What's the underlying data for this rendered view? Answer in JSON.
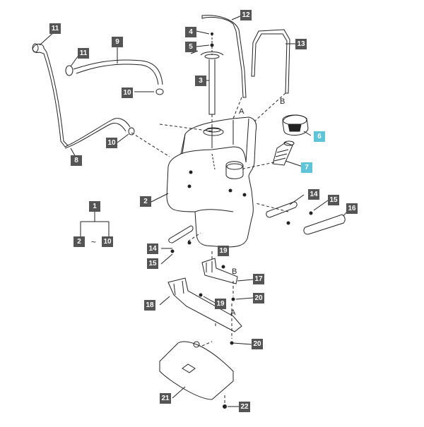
{
  "colors": {
    "callout_bg": "#555555",
    "callout_highlight_bg": "#5fc3d9",
    "callout_text": "#ffffff",
    "line": "#222222"
  },
  "callouts": [
    {
      "id": "c11a",
      "label": "11"
    },
    {
      "id": "c11b",
      "label": "11"
    },
    {
      "id": "c9",
      "label": "9"
    },
    {
      "id": "c10a",
      "label": "10"
    },
    {
      "id": "c10b",
      "label": "10"
    },
    {
      "id": "c8",
      "label": "8"
    },
    {
      "id": "c4",
      "label": "4"
    },
    {
      "id": "c5",
      "label": "5"
    },
    {
      "id": "c3",
      "label": "3"
    },
    {
      "id": "c12",
      "label": "12"
    },
    {
      "id": "c13",
      "label": "13"
    },
    {
      "id": "c6",
      "label": "6",
      "highlight": true
    },
    {
      "id": "c7",
      "label": "7",
      "highlight": true
    },
    {
      "id": "c2a",
      "label": "2"
    },
    {
      "id": "c1",
      "label": "1"
    },
    {
      "id": "c2b",
      "label": "2"
    },
    {
      "id": "c10c",
      "label": "10"
    },
    {
      "id": "c14a",
      "label": "14"
    },
    {
      "id": "c15a",
      "label": "15"
    },
    {
      "id": "c16",
      "label": "16"
    },
    {
      "id": "c14b",
      "label": "14"
    },
    {
      "id": "c15b",
      "label": "15"
    },
    {
      "id": "c19a",
      "label": "19"
    },
    {
      "id": "c17",
      "label": "17"
    },
    {
      "id": "c20a",
      "label": "20"
    },
    {
      "id": "c18",
      "label": "18"
    },
    {
      "id": "c19b",
      "label": "19"
    },
    {
      "id": "c20b",
      "label": "20"
    },
    {
      "id": "c21",
      "label": "21"
    },
    {
      "id": "c22",
      "label": "22"
    }
  ],
  "letters": {
    "a_top": "A",
    "b_top": "B",
    "b_bracket": "B",
    "a_bracket": "A",
    "range_tilde": "~"
  }
}
